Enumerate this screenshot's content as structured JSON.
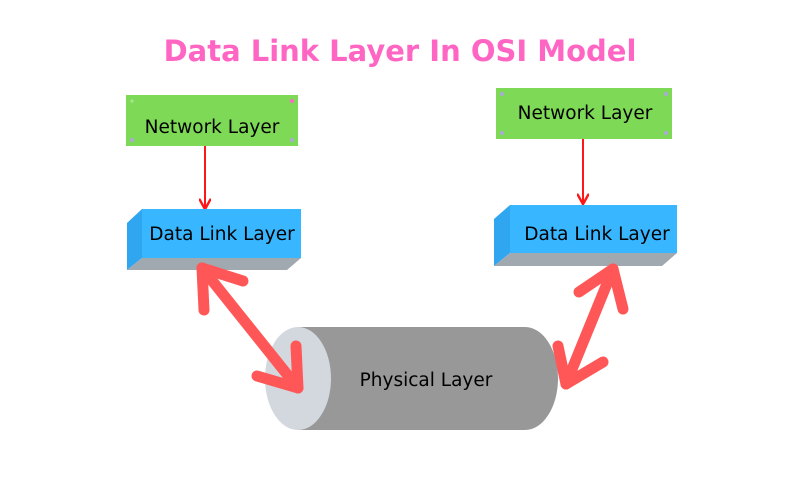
{
  "title": "Data Link Layer In OSI Model",
  "nodes": {
    "network_left": {
      "label": "Network Layer",
      "type": "rectangle"
    },
    "network_right": {
      "label": "Network Layer",
      "type": "rectangle"
    },
    "datalink_left": {
      "label": "Data Link Layer",
      "type": "3d-box"
    },
    "datalink_right": {
      "label": "Data Link Layer",
      "type": "3d-box"
    },
    "physical": {
      "label": "Physical Layer",
      "type": "cylinder"
    }
  },
  "edges": [
    {
      "from": "network_left",
      "to": "datalink_left",
      "direction": "one-way"
    },
    {
      "from": "network_right",
      "to": "datalink_right",
      "direction": "one-way"
    },
    {
      "from": "datalink_left",
      "to": "physical",
      "direction": "two-way"
    },
    {
      "from": "datalink_right",
      "to": "physical",
      "direction": "two-way"
    }
  ],
  "colors": {
    "title": "#ff66c4",
    "network_fill": "#7ed957",
    "datalink_front": "#38b6ff",
    "datalink_side": "#2fa6ef",
    "datalink_bottom": "#a6a6a6",
    "physical_body": "#989898",
    "physical_cap": "#d3d8df",
    "arrow_thin": "#ff1616",
    "arrow_thick": "#ff5757"
  }
}
